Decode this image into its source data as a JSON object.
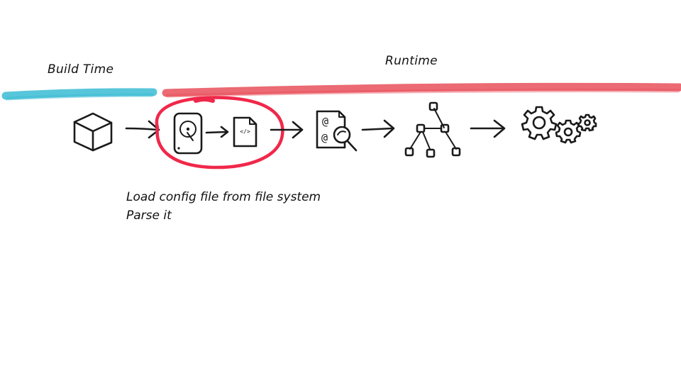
{
  "phases": {
    "build_time_label": "Build Time",
    "runtime_label": "Runtime"
  },
  "notes": [
    "Load config file from file system",
    "Parse it"
  ],
  "icons": {
    "file_code_glyph": "</>",
    "at_glyph": "@"
  },
  "colors": {
    "build_time_bar": "#3bbcd4",
    "runtime_bar": "#e8505b",
    "highlight_circle": "#f0284a",
    "ink": "#1a1a1a"
  },
  "pipeline": [
    "package-icon",
    "hard-drive-icon",
    "code-file-icon",
    "document-search-icon",
    "tree-graph-icon",
    "gears-icon"
  ]
}
